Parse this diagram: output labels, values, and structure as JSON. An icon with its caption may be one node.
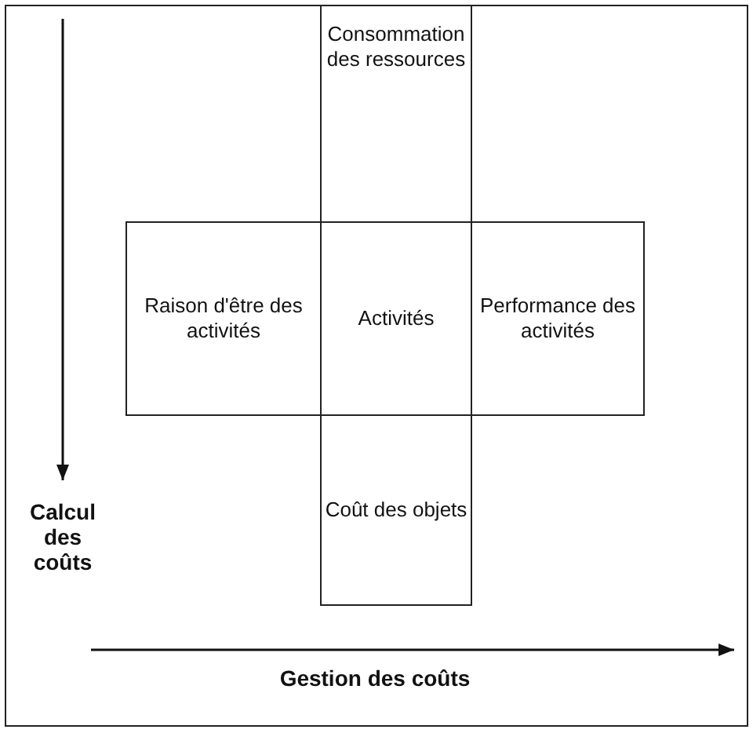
{
  "diagram": {
    "nodes": [
      {
        "text": [
          "Consommation des ressources"
        ]
      },
      {
        "text": [
          "Raison d'être des activités"
        ]
      },
      {
        "text": [
          "Activités"
        ]
      },
      {
        "text": [
          "Performance des activités"
        ]
      },
      {
        "text": [
          "Coût des objets"
        ]
      }
    ],
    "labels": [
      "Calcul des coûts",
      "Gestion des coûts"
    ]
  }
}
